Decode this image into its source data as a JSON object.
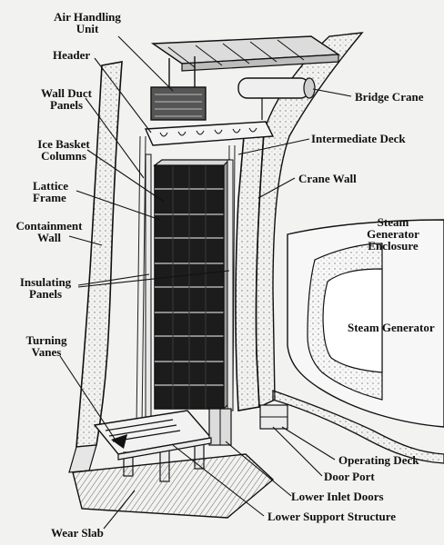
{
  "labels": {
    "air_handling_unit": [
      "Air Handling",
      "Unit"
    ],
    "header": "Header",
    "wall_duct_panels": [
      "Wall Duct",
      "Panels"
    ],
    "ice_basket_columns": [
      "Ice Basket",
      "Columns"
    ],
    "lattice_frame": [
      "Lattice",
      "Frame"
    ],
    "containment_wall": [
      "Containment",
      "Wall"
    ],
    "insulating_panels": [
      "Insulating",
      "Panels"
    ],
    "turning_vanes": [
      "Turning",
      "Vanes"
    ],
    "wear_slab": "Wear Slab",
    "bridge_crane": "Bridge Crane",
    "intermediate_deck": "Intermediate Deck",
    "crane_wall": "Crane Wall",
    "steam_generator_enclosure": [
      "Steam",
      "Generator",
      "Enclosure"
    ],
    "steam_generator": "Steam Generator",
    "operating_deck": "Operating Deck",
    "door_port": "Door Port",
    "lower_inlet_doors": "Lower Inlet Doors",
    "lower_support_structure": "Lower Support Structure"
  }
}
